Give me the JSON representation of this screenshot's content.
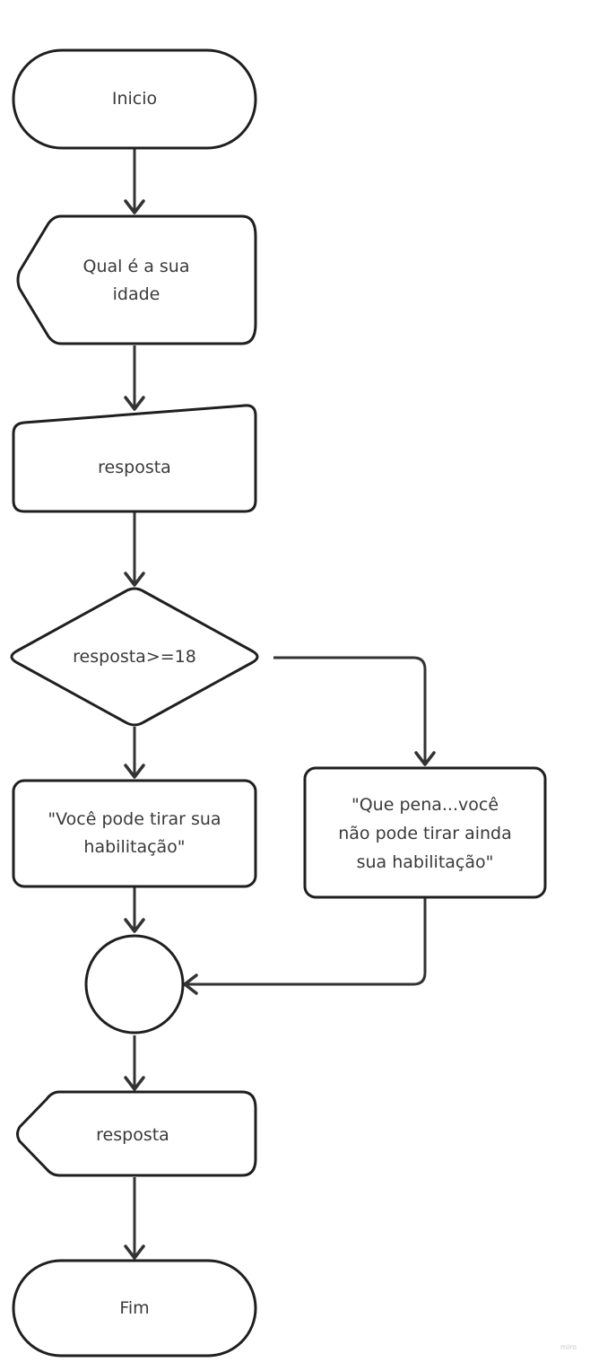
{
  "nodes": {
    "start": {
      "label": "Inicio"
    },
    "prompt": {
      "line1": "Qual é a sua",
      "line2": "idade"
    },
    "input": {
      "label": "resposta"
    },
    "decision": {
      "label": "resposta>=18"
    },
    "yes_output": {
      "line1": "\"Você pode tirar sua",
      "line2": "habilitação\""
    },
    "no_output": {
      "line1": "\"Que pena...você",
      "line2": "não pode tirar ainda",
      "line3": "sua habilitação\""
    },
    "display": {
      "label": "resposta"
    },
    "end": {
      "label": "Fim"
    }
  },
  "watermark": "miro",
  "colors": {
    "stroke": "#1f1f1f",
    "connector": "#333333",
    "text": "#3a3a3a",
    "background": "#ffffff"
  }
}
